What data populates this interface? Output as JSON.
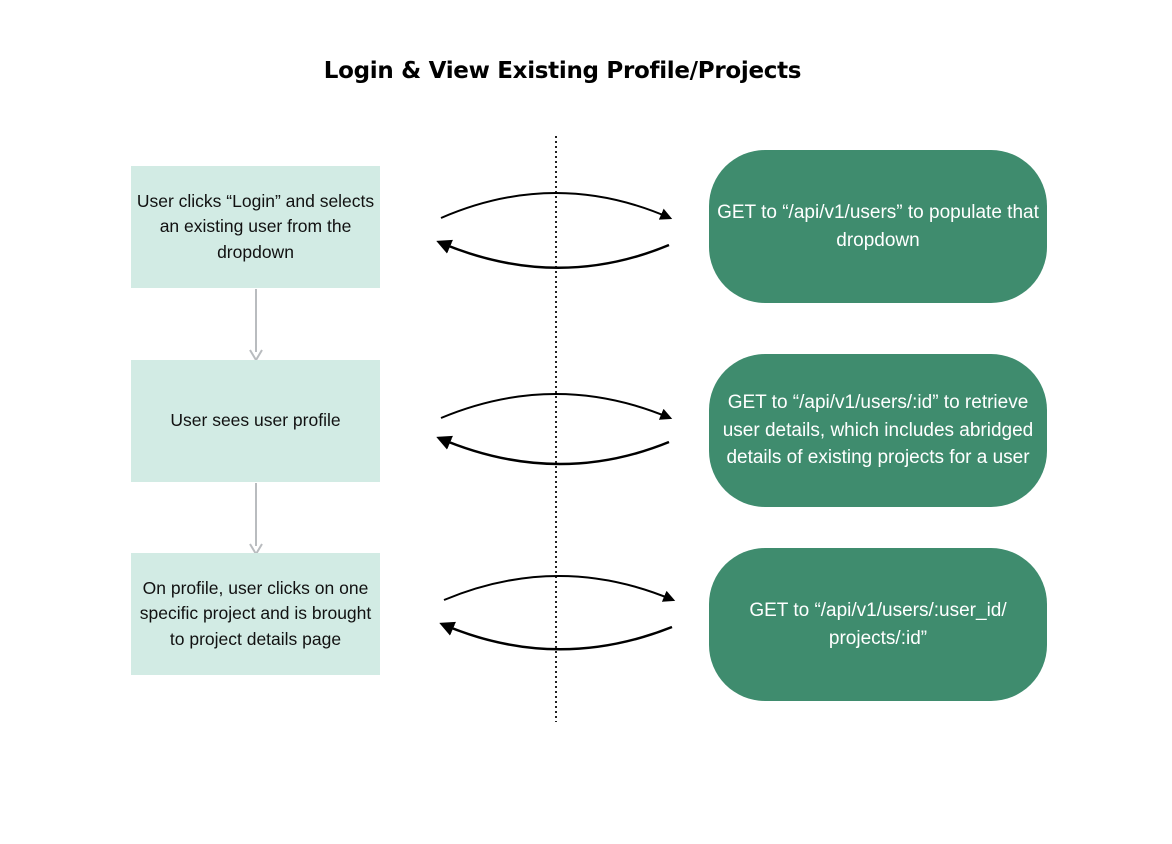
{
  "title": "Login & View Existing Profile/Projects",
  "colors": {
    "step_box_fill": "#d2ebe4",
    "api_box_fill": "#3f8c6e",
    "api_box_text": "#ffffff",
    "connector": "#b9bcbf",
    "arrow": "#000000"
  },
  "steps": [
    {
      "client_action": "User clicks “Login” and selects an existing user from the dropdown",
      "api_call": "GET to “/api/v1/users” to populate that\ndropdown"
    },
    {
      "client_action": "User sees user profile",
      "api_call": "GET to “/api/v1/users/:id” to retrieve user details, which includes abridged details of existing projects for a user"
    },
    {
      "client_action": "On profile, user clicks on one specific project and is brought to project details page",
      "api_call": "GET to “/api/v1/users/:user_id/\nprojects/:id”"
    }
  ]
}
